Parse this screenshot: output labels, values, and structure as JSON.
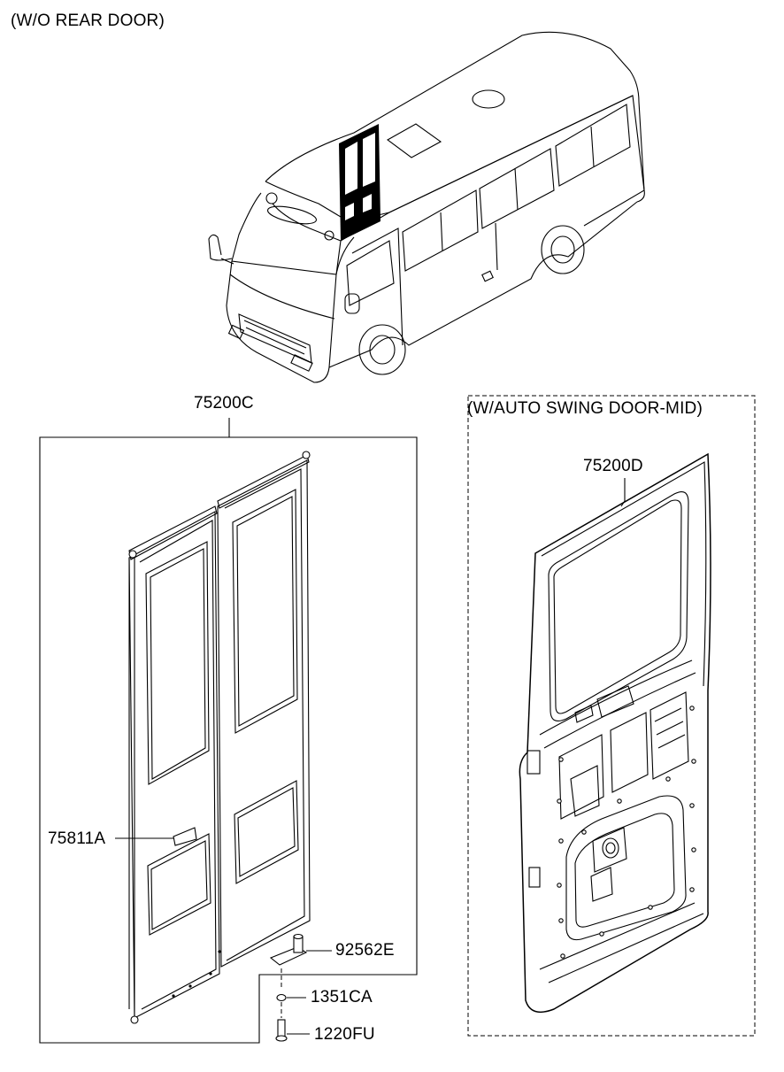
{
  "labels": {
    "variant_top": "(W/O REAR DOOR)",
    "variant_right": "(W/AUTO SWING DOOR-MID)",
    "part_door_assy": "75200C",
    "part_auto_door": "75200D",
    "part_handle": "75811A",
    "part_hinge": "92562E",
    "part_washer": "1351CA",
    "part_bolt": "1220FU"
  }
}
